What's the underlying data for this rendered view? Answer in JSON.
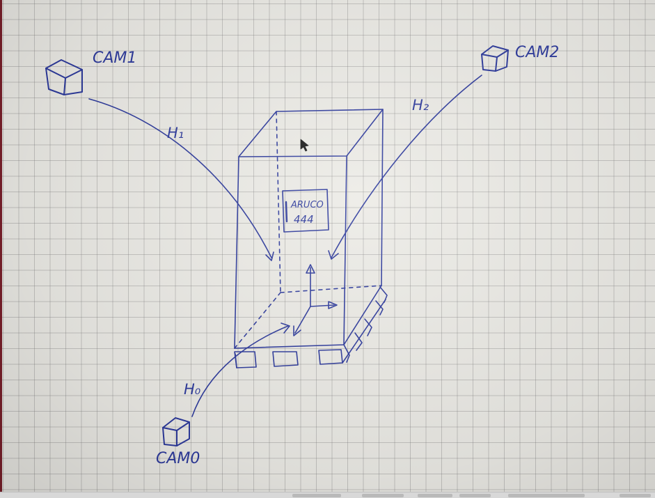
{
  "sketch": {
    "cameras": {
      "cam0": {
        "label": "CAM0"
      },
      "cam1": {
        "label": "CAM1"
      },
      "cam2": {
        "label": "CAM2"
      }
    },
    "transforms": {
      "h0": "H₀",
      "h1": "H₁",
      "h2": "H₂"
    },
    "marker": {
      "line1": "ARUCO",
      "line2": "444"
    }
  },
  "colors": {
    "ink": "#2d3a9c",
    "paper": "#ecebe6",
    "grid": "#8a8a8a"
  }
}
